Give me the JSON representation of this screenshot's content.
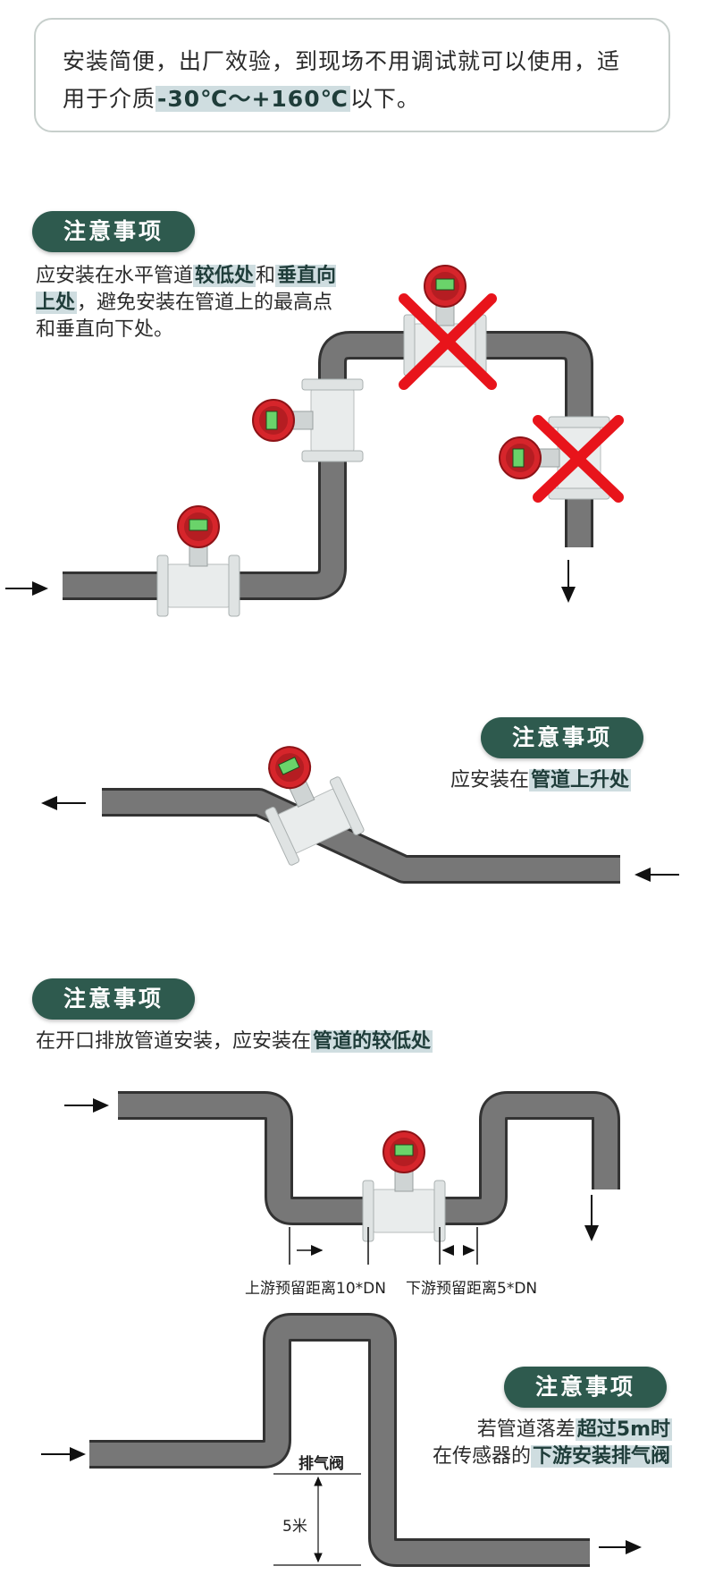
{
  "intro": {
    "text_before": "安装简便，出厂效验，到现场不用调试就可以使用，适用于介质",
    "highlight": "-30℃～+160℃",
    "text_after": "以下。"
  },
  "sections": [
    {
      "badge": "注意事项",
      "text_before": "应安装在水平管道",
      "highlight_1": "较低处",
      "text_mid": "和",
      "highlight_2": "垂直向上处",
      "text_after": "，避免安装在管道上的最高点和垂直向下处。"
    },
    {
      "badge": "注意事项",
      "text_before": "应安装在",
      "highlight": "管道上升处"
    },
    {
      "badge": "注意事项",
      "text_before": "在开口排放管道安装，应安装在",
      "highlight": "管道的较低处",
      "upstream_label": "上游预留距离10*DN",
      "downstream_label": "下游预留距离5*DN"
    },
    {
      "badge": "注意事项",
      "line1_before": "若管道落差",
      "line1_highlight": "超过5m时",
      "line2_before": "在传感器的",
      "line2_highlight": "下游安装排气阀",
      "valve_label": "排气阀",
      "height_label": "5米"
    }
  ],
  "colors": {
    "badge_bg": "#2e5a4e",
    "highlight_bg": "#cfdde0",
    "pipe": "#6f6f6f",
    "meter_head": "#d6252b",
    "cross": "#e8141b"
  }
}
